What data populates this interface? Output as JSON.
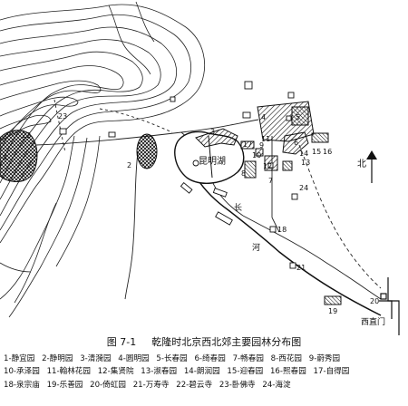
{
  "figure": {
    "number": "图 7-1",
    "title": "乾隆时北京西北郊主要园林分布图"
  },
  "labels": {
    "kunming_lake": "昆明湖",
    "long_river": "长",
    "river": "河",
    "north": "北",
    "xizhimen": "西直门"
  },
  "site_numbers": [
    "1",
    "2",
    "3",
    "4",
    "5",
    "6",
    "7",
    "8",
    "9",
    "10",
    "11",
    "12",
    "13",
    "14",
    "15",
    "16",
    "17",
    "18",
    "19",
    "20",
    "21",
    "22",
    "23",
    "24"
  ],
  "legend_rows": [
    [
      "1-静宜园",
      "2-静明园",
      "3-清漪园",
      "4-圆明园",
      "5-长春园",
      "6-绮春园",
      "7-畅春园",
      "8-西花园",
      "9-蔚秀园"
    ],
    [
      "10-承泽园",
      "11-翰林花园",
      "12-集贤院",
      "13-淑春园",
      "14-朗润园",
      "15-迎春园",
      "16-熙春园",
      "17-自得园"
    ],
    [
      "18-泉宗庙",
      "19-乐善园",
      "20-倚虹园",
      "21-万寿寺",
      "22-碧云寺",
      "23-卧佛寺",
      "24-海淀"
    ]
  ]
}
